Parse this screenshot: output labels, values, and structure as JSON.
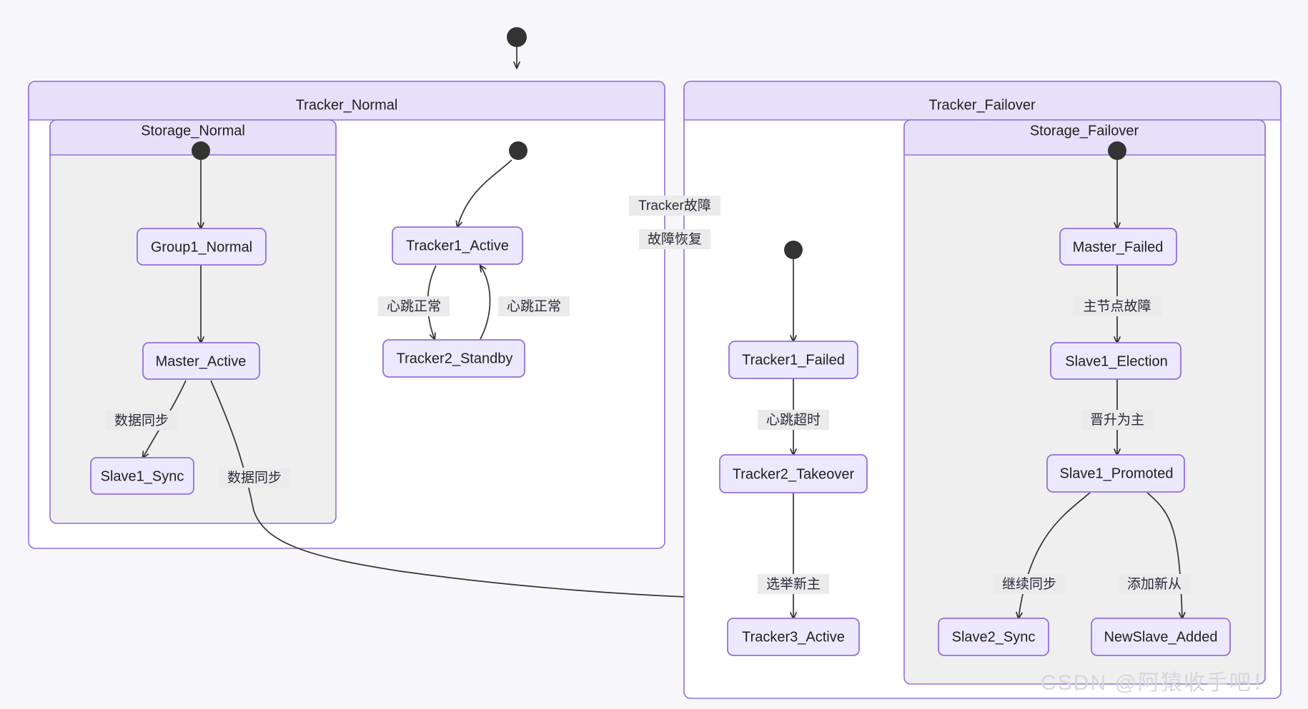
{
  "diagram": {
    "type": "state-diagram",
    "background_color": "#f7f7fb",
    "node_fill": "#ece8fd",
    "node_border": "#9370db",
    "composite_title_fill": "#e6e0fb",
    "composite_body_fill": "#efefef",
    "edge_color": "#333333",
    "edge_label_bg": "#ebebeb",
    "root_start_node": "start-node-root",
    "composites": [
      {
        "id": "tracker-normal",
        "title": "Tracker_Normal",
        "children": [
          {
            "id": "storage-normal",
            "title": "Storage_Normal",
            "states": [
              {
                "id": "group1-normal",
                "label": "Group1_Normal"
              },
              {
                "id": "master-active",
                "label": "Master_Active"
              },
              {
                "id": "slave1-sync",
                "label": "Slave1_Sync"
              }
            ]
          }
        ],
        "states": [
          {
            "id": "tracker1-active",
            "label": "Tracker1_Active"
          },
          {
            "id": "tracker2-standby",
            "label": "Tracker2_Standby"
          }
        ]
      },
      {
        "id": "tracker-failover",
        "title": "Tracker_Failover",
        "children": [
          {
            "id": "storage-failover",
            "title": "Storage_Failover",
            "states": [
              {
                "id": "master-failed",
                "label": "Master_Failed"
              },
              {
                "id": "slave1-election",
                "label": "Slave1_Election"
              },
              {
                "id": "slave1-promoted",
                "label": "Slave1_Promoted"
              },
              {
                "id": "slave2-sync",
                "label": "Slave2_Sync"
              },
              {
                "id": "newslave-added",
                "label": "NewSlave_Added"
              }
            ]
          }
        ],
        "states": [
          {
            "id": "tracker1-failed",
            "label": "Tracker1_Failed"
          },
          {
            "id": "tracker2-takeover",
            "label": "Tracker2_Takeover"
          },
          {
            "id": "tracker3-active",
            "label": "Tracker3_Active"
          }
        ]
      }
    ],
    "edge_labels": [
      {
        "id": "label-tracker-fault",
        "text": "Tracker故障"
      },
      {
        "id": "label-fault-recovery",
        "text": "故障恢复"
      },
      {
        "id": "label-heartbeat-normal-down",
        "text": "心跳正常"
      },
      {
        "id": "label-heartbeat-normal-up",
        "text": "心跳正常"
      },
      {
        "id": "label-data-sync-left",
        "text": "数据同步"
      },
      {
        "id": "label-data-sync-right",
        "text": "数据同步"
      },
      {
        "id": "label-heartbeat-timeout",
        "text": "心跳超时"
      },
      {
        "id": "label-elect-new-master",
        "text": "选举新主"
      },
      {
        "id": "label-master-node-failure",
        "text": "主节点故障"
      },
      {
        "id": "label-promote-to-master",
        "text": "晋升为主"
      },
      {
        "id": "label-continue-sync",
        "text": "继续同步"
      },
      {
        "id": "label-add-new-slave",
        "text": "添加新从"
      }
    ]
  },
  "nodes": {
    "group1_normal": "Group1_Normal",
    "master_active": "Master_Active",
    "slave1_sync": "Slave1_Sync",
    "tracker1_active": "Tracker1_Active",
    "tracker2_standby": "Tracker2_Standby",
    "tracker1_failed": "Tracker1_Failed",
    "tracker2_takeover": "Tracker2_Takeover",
    "tracker3_active": "Tracker3_Active",
    "master_failed": "Master_Failed",
    "slave1_election": "Slave1_Election",
    "slave1_promoted": "Slave1_Promoted",
    "slave2_sync": "Slave2_Sync",
    "newslave_added": "NewSlave_Added"
  },
  "titles": {
    "tracker_normal": "Tracker_Normal",
    "storage_normal": "Storage_Normal",
    "tracker_failover": "Tracker_Failover",
    "storage_failover": "Storage_Failover"
  },
  "labels": {
    "tracker_fault": "Tracker故障",
    "fault_recovery": "故障恢复",
    "heartbeat_normal_1": "心跳正常",
    "heartbeat_normal_2": "心跳正常",
    "data_sync_1": "数据同步",
    "data_sync_2": "数据同步",
    "heartbeat_timeout": "心跳超时",
    "elect_new_master": "选举新主",
    "master_node_failure": "主节点故障",
    "promote_to_master": "晋升为主",
    "continue_sync": "继续同步",
    "add_new_slave": "添加新从"
  },
  "watermark": {
    "text": "CSDN @阿猿收手吧！"
  }
}
